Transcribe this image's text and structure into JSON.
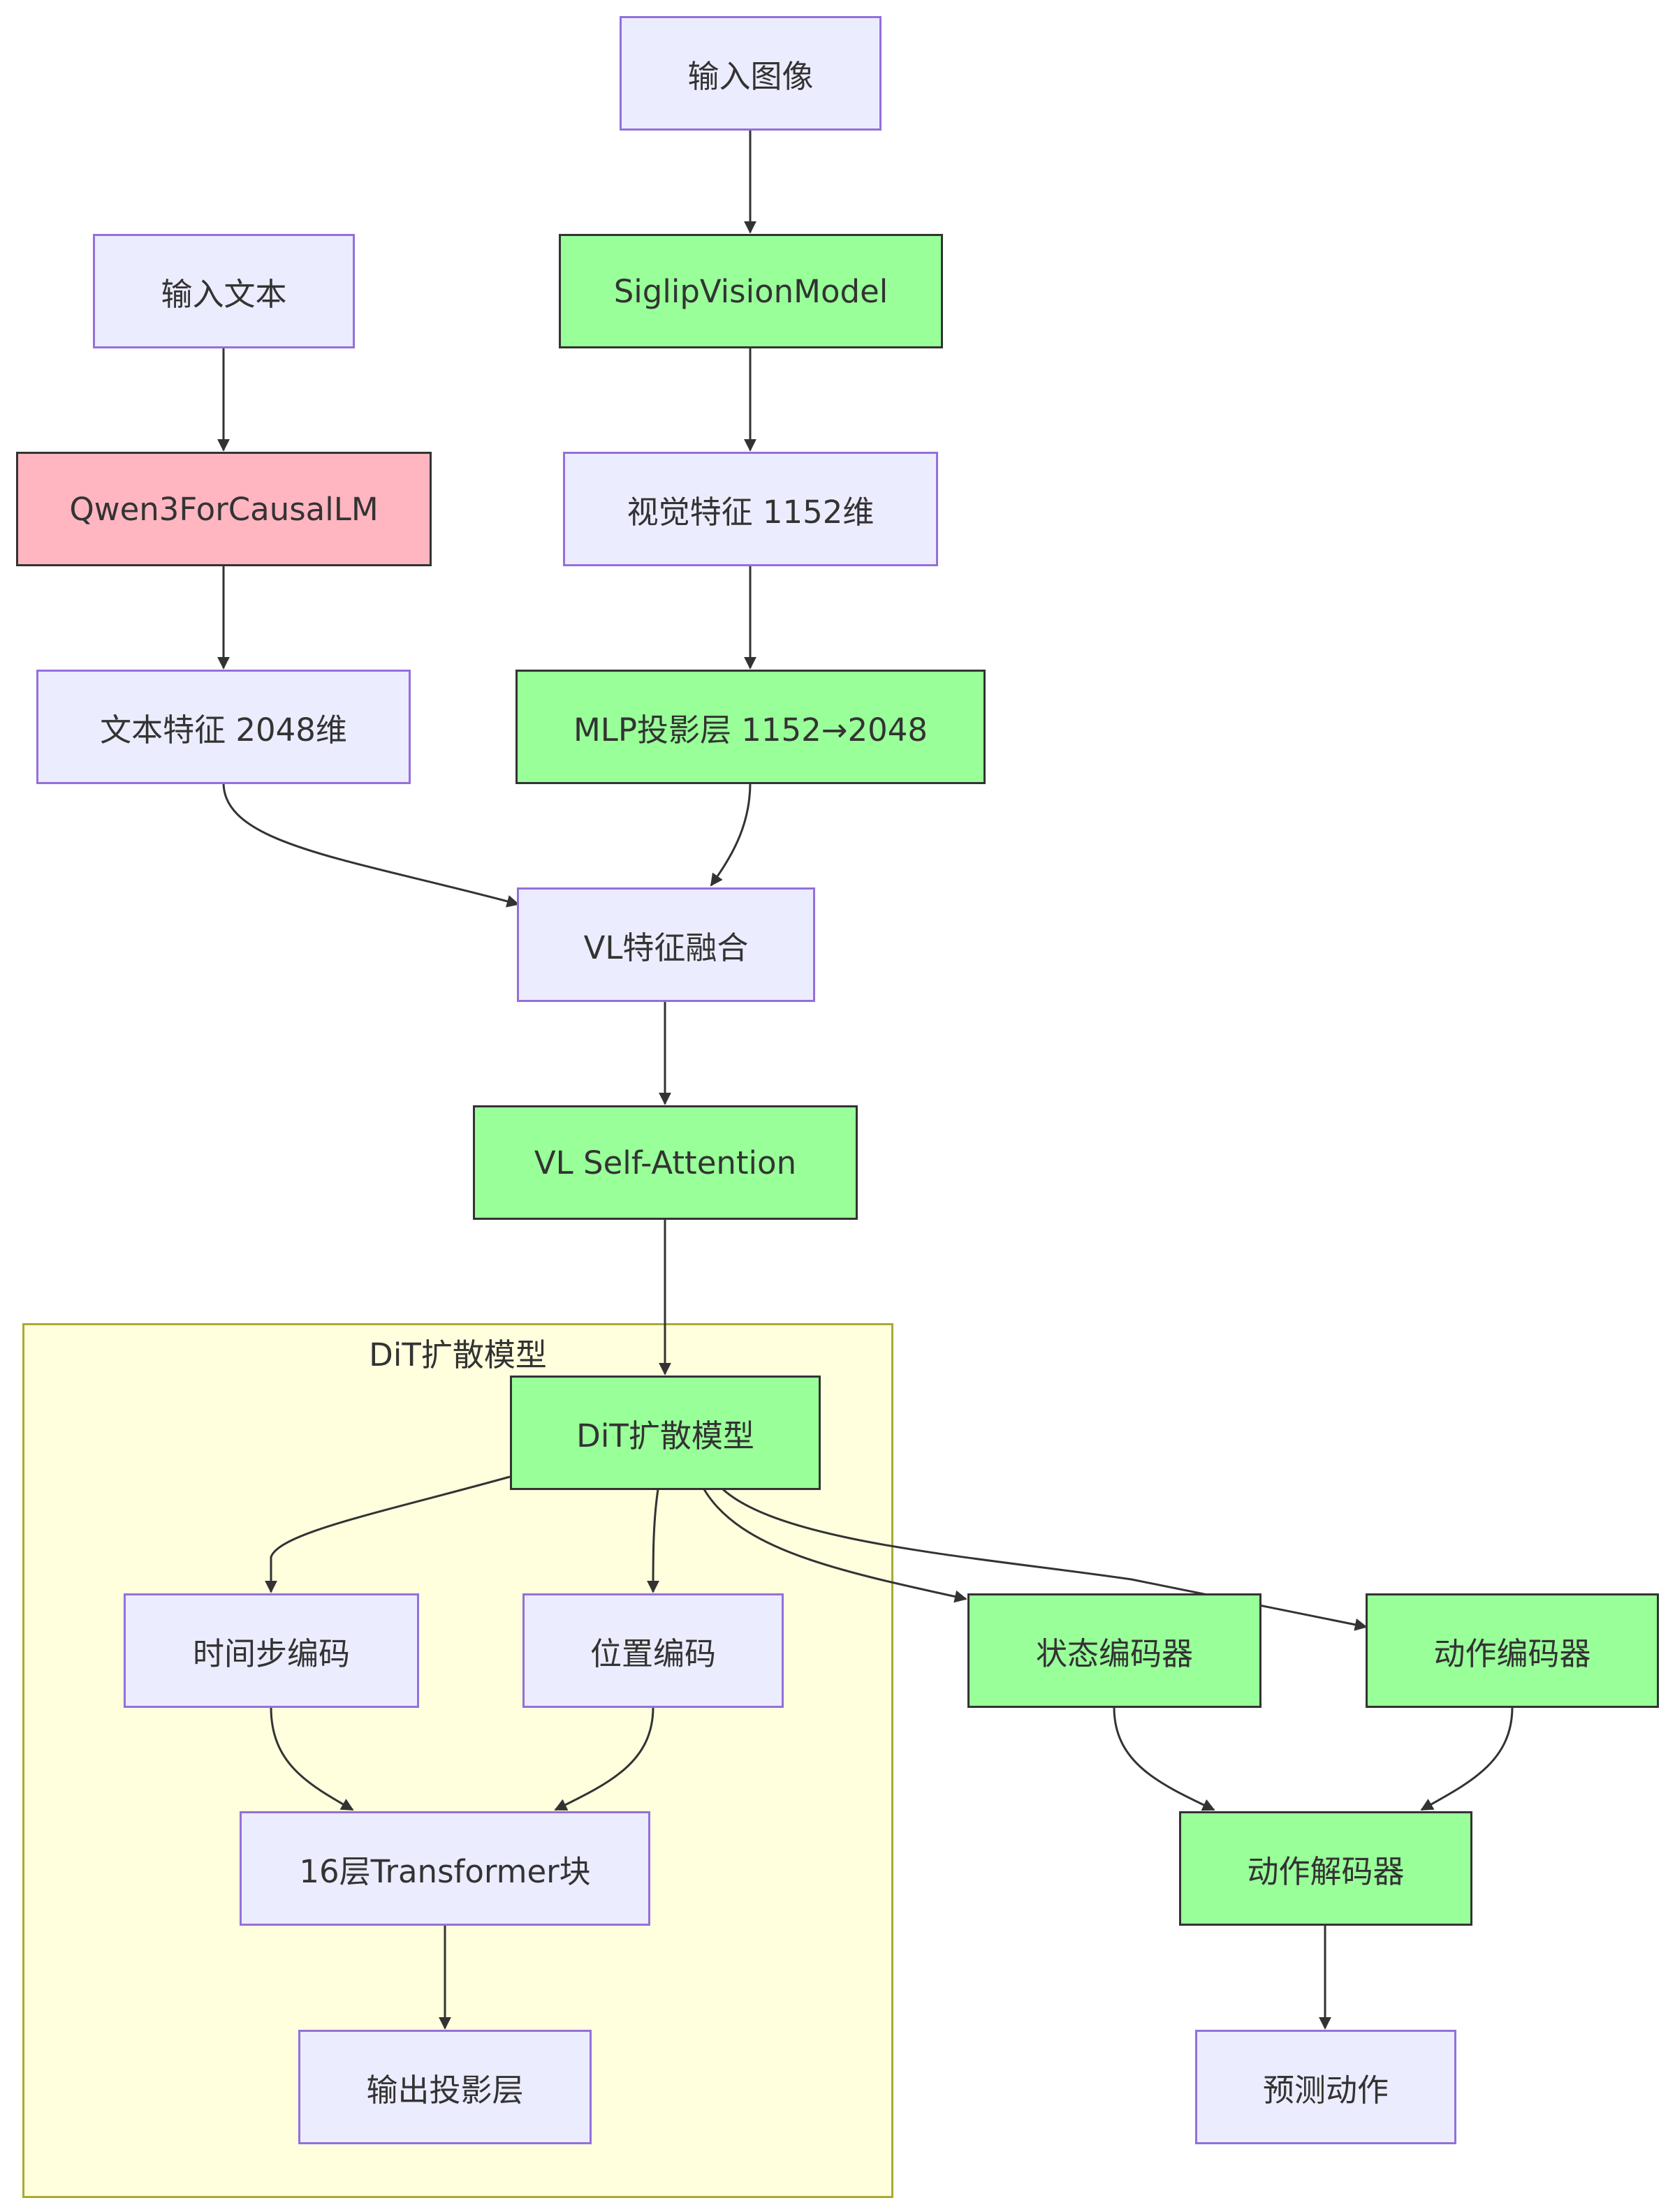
{
  "cluster": {
    "title": "DiT扩散模型"
  },
  "nodes": {
    "input_image": "输入图像",
    "input_text": "输入文本",
    "siglip": "SiglipVisionModel",
    "qwen": "Qwen3ForCausalLM",
    "visual_feat": "视觉特征 1152维",
    "text_feat": "文本特征 2048维",
    "mlp_proj": "MLP投影层 1152→2048",
    "vl_fusion": "VL特征融合",
    "vl_attn": "VL Self-Attention",
    "dit": "DiT扩散模型",
    "timestep_enc": "时间步编码",
    "pos_enc": "位置编码",
    "state_enc": "状态编码器",
    "action_enc": "动作编码器",
    "transformer": "16层Transformer块",
    "action_dec": "动作解码器",
    "output_proj": "输出投影层",
    "pred_action": "预测动作"
  },
  "colors": {
    "default_fill": "#ececff",
    "default_stroke": "#9370db",
    "green_fill": "#99ff99",
    "pink_fill": "#ffb6c1",
    "cluster_fill": "#ffffde",
    "cluster_stroke": "#aaaa33",
    "edge": "#333333"
  }
}
